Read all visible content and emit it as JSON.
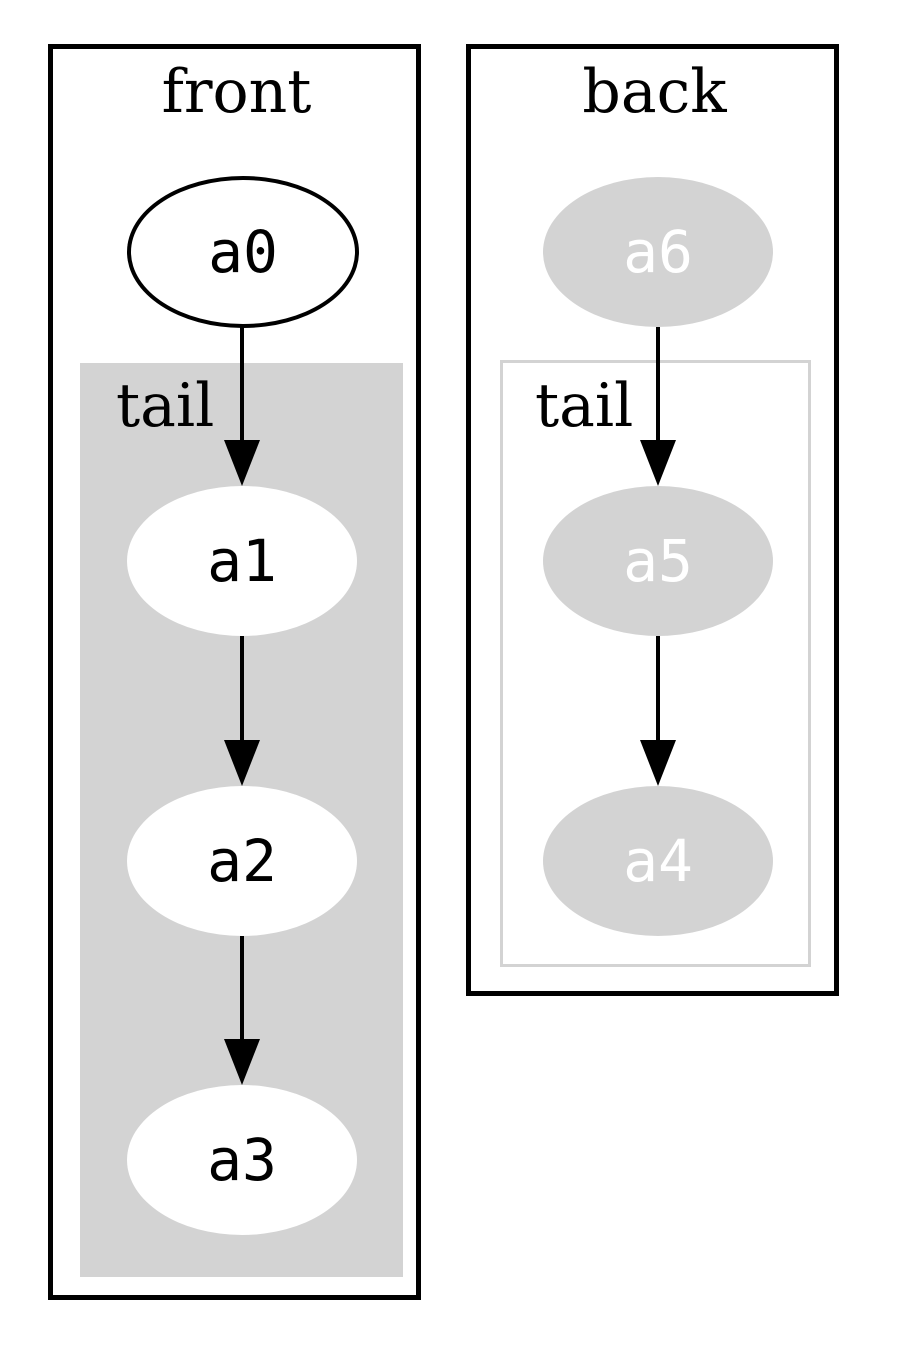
{
  "diagram": {
    "type": "cluster-digraph",
    "background": "#ffffff",
    "palette": {
      "black": "#000000",
      "light_gray": "#d3d3d3",
      "white": "#ffffff"
    },
    "clusters": {
      "front": {
        "label": "front"
      },
      "front_tail": {
        "label": "tail"
      },
      "back": {
        "label": "back"
      },
      "back_tail": {
        "label": "tail"
      }
    },
    "nodes": {
      "a0": {
        "label": "a0",
        "fill": "#ffffff",
        "outline": "#000000",
        "text_color": "#000000"
      },
      "a1": {
        "label": "a1",
        "fill": "#ffffff",
        "text_color": "#000000"
      },
      "a2": {
        "label": "a2",
        "fill": "#ffffff",
        "text_color": "#000000"
      },
      "a3": {
        "label": "a3",
        "fill": "#ffffff",
        "text_color": "#000000"
      },
      "a4": {
        "label": "a4",
        "fill": "#d3d3d3",
        "text_color": "#ffffff"
      },
      "a5": {
        "label": "a5",
        "fill": "#d3d3d3",
        "text_color": "#ffffff"
      },
      "a6": {
        "label": "a6",
        "fill": "#d3d3d3",
        "text_color": "#ffffff"
      }
    },
    "edges": [
      "a0->a1",
      "a1->a2",
      "a2->a3",
      "a6->a5",
      "a5->a4"
    ]
  }
}
